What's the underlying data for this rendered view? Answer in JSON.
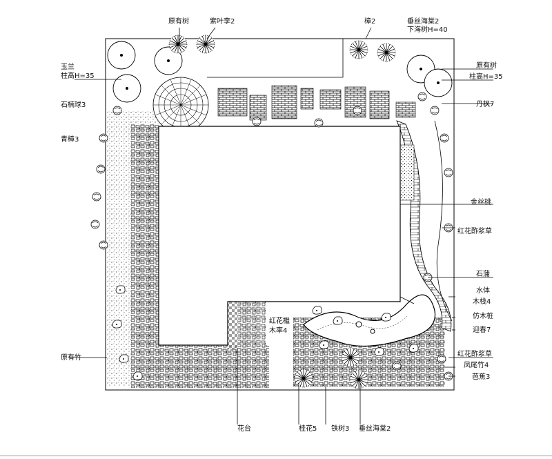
{
  "labels": {
    "yuan_you_shu_top": "原有树",
    "zi_ye_li": "紫叶李2",
    "zhang": "樟2",
    "chui_si_hai_tang": "垂丝海棠2",
    "xia_hai_shu": "下海树H=40",
    "yu_lan": "玉兰",
    "zhu_gao_a": "柱高H=35",
    "shi_nan_qiu": "石楠球3",
    "qing_zhang": "青樟3",
    "yuan_you_shu_right": "原有树",
    "zhu_gao_b": "柱高H=35",
    "dan_feng": "丹枫7",
    "jin_si_tao": "金丝桃",
    "hong_hua_a": "红花酢浆草",
    "shi_pu": "石蒲",
    "shui_ti": "水体",
    "mu_zhan": "木栈4",
    "fang_mu_zhuang": "仿木桩",
    "ying_chun": "迎春7",
    "hong_hua_b": "红花酢浆草",
    "feng_wei_zhu": "凤尾竹4",
    "ba_jiao": "芭蕉3",
    "yuan_you_zhu": "原有竹",
    "hong_hua_ji_mu": [
      "红花檵",
      "木率4"
    ],
    "hua_tai": "花台",
    "gui_hua": "桂花5",
    "tie_shu": "铁树3",
    "chui_si_bottom": "垂丝海棠2"
  }
}
